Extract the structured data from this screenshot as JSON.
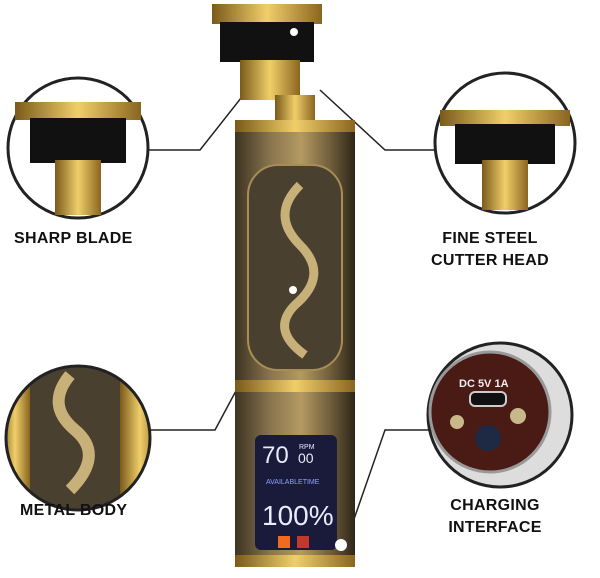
{
  "labels": {
    "sharp_blade": "SHARP BLADE",
    "fine_steel_1": "FINE STEEL",
    "fine_steel_2": "CUTTER HEAD",
    "metal_body": "METAL BODY",
    "charging_1": "CHARGING",
    "charging_2": "INTERFACE"
  },
  "display": {
    "minutes": "70",
    "rpm_unit": "RPM",
    "rpm_digits": "00",
    "available_time": "AVAILABLETIME",
    "battery": "100%"
  },
  "port": {
    "rating": "DC 5V 1A"
  },
  "colors": {
    "gold": "#c9a03c",
    "bronze": "#6b5a3a",
    "lcd": "#1a1a3a",
    "lcd_text": "#e8ecff",
    "accent_orange": "#f26a1b",
    "accent_red": "#c0392b"
  }
}
